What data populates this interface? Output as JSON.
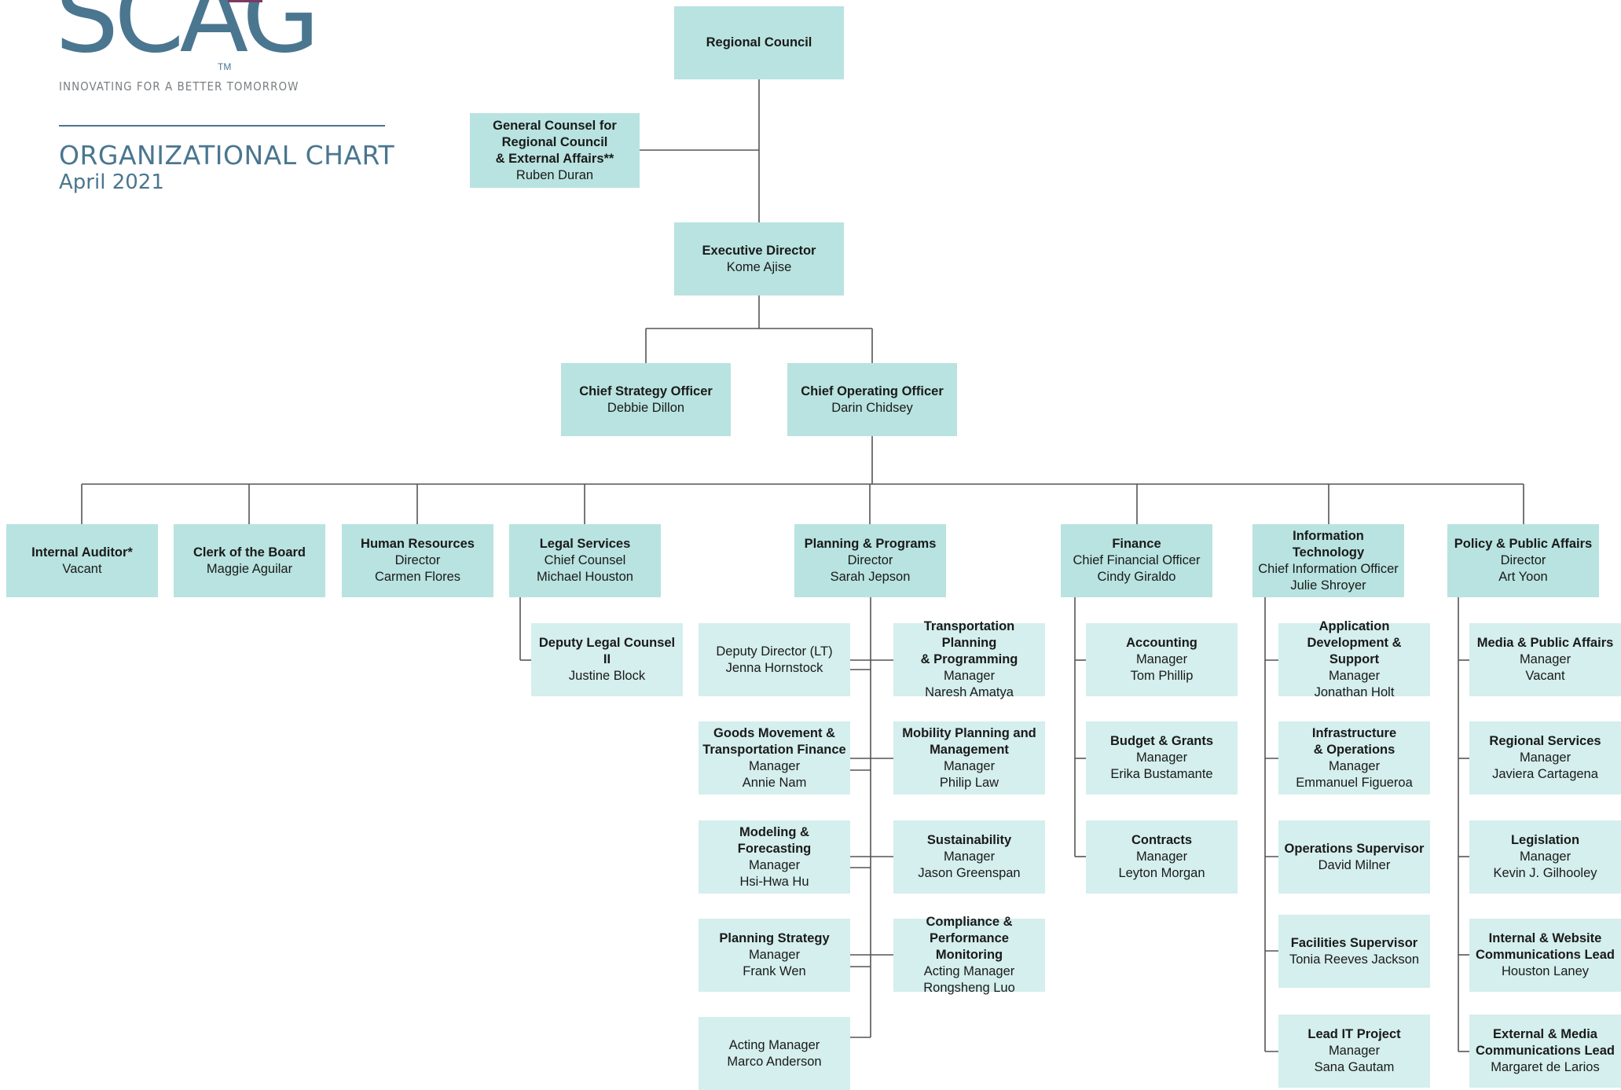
{
  "header": {
    "logo": "SCAG",
    "trademark": "TM",
    "tagline": "INNOVATING FOR A BETTER TOMORROW",
    "title": "ORGANIZATIONAL CHART",
    "date": "April 2021"
  },
  "colors": {
    "primary_box": "#b8e3e0",
    "secondary_box": "#d4efed",
    "brand": "#4a7690",
    "accent": "#7b3a64",
    "connector": "#555555"
  },
  "nodes": {
    "regional_council": {
      "lines": [
        "Regional Council"
      ],
      "bold": 1
    },
    "general_counsel": {
      "lines": [
        "General Counsel for",
        "Regional Council",
        "& External Affairs**",
        "Ruben Duran"
      ],
      "bold": 3
    },
    "executive_director": {
      "lines": [
        "Executive Director",
        "Kome Ajise"
      ],
      "bold": 1
    },
    "chief_strategy_officer": {
      "lines": [
        "Chief Strategy Officer",
        "Debbie Dillon"
      ],
      "bold": 1
    },
    "chief_operating_officer": {
      "lines": [
        "Chief Operating Officer",
        "Darin Chidsey"
      ],
      "bold": 1
    },
    "internal_auditor": {
      "lines": [
        "Internal Auditor*",
        "Vacant"
      ],
      "bold": 1
    },
    "clerk_of_board": {
      "lines": [
        "Clerk of the Board",
        "Maggie Aguilar"
      ],
      "bold": 1
    },
    "human_resources": {
      "lines": [
        "Human Resources",
        "Director",
        "Carmen Flores"
      ],
      "bold": 1
    },
    "legal_services": {
      "lines": [
        "Legal Services",
        "Chief Counsel",
        "Michael Houston"
      ],
      "bold": 1
    },
    "planning_programs": {
      "lines": [
        "Planning & Programs",
        "Director",
        "Sarah Jepson"
      ],
      "bold": 1
    },
    "finance": {
      "lines": [
        "Finance",
        "Chief Financial Officer",
        "Cindy Giraldo"
      ],
      "bold": 1
    },
    "information_technology": {
      "lines": [
        "Information Technology",
        "Chief Information Officer",
        "Julie Shroyer"
      ],
      "bold": 1
    },
    "policy_public_affairs": {
      "lines": [
        "Policy & Public Affairs",
        "Director",
        "Art Yoon"
      ],
      "bold": 1
    },
    "deputy_legal_counsel": {
      "lines": [
        "Deputy Legal Counsel II",
        "Justine Block"
      ],
      "bold": 1
    },
    "deputy_director": {
      "lines": [
        "Deputy Director (LT)",
        "Jenna Hornstock"
      ],
      "bold": 0
    },
    "goods_movement": {
      "lines": [
        "Goods Movement &",
        "Transportation Finance",
        "Manager",
        "Annie Nam"
      ],
      "bold": 2
    },
    "modeling_forecasting": {
      "lines": [
        "Modeling & Forecasting",
        "Manager",
        "Hsi-Hwa Hu"
      ],
      "bold": 1
    },
    "planning_strategy": {
      "lines": [
        "Planning Strategy",
        "Manager",
        "Frank Wen"
      ],
      "bold": 1
    },
    "acting_manager": {
      "lines": [
        "Acting Manager",
        "Marco Anderson"
      ],
      "bold": 0
    },
    "transportation_planning": {
      "lines": [
        "Transportation Planning",
        "& Programming",
        "Manager",
        "Naresh Amatya"
      ],
      "bold": 2
    },
    "mobility_planning": {
      "lines": [
        "Mobility Planning and",
        "Management",
        "Manager",
        "Philip Law"
      ],
      "bold": 2
    },
    "sustainability": {
      "lines": [
        "Sustainability",
        "Manager",
        "Jason Greenspan"
      ],
      "bold": 1
    },
    "compliance": {
      "lines": [
        "Compliance &",
        "Performance Monitoring",
        "Acting Manager",
        "Rongsheng Luo"
      ],
      "bold": 2
    },
    "accounting": {
      "lines": [
        "Accounting",
        "Manager",
        "Tom Phillip"
      ],
      "bold": 1
    },
    "budget_grants": {
      "lines": [
        "Budget & Grants",
        "Manager",
        "Erika Bustamante"
      ],
      "bold": 1
    },
    "contracts": {
      "lines": [
        "Contracts",
        "Manager",
        "Leyton Morgan"
      ],
      "bold": 1
    },
    "application_development": {
      "lines": [
        "Application",
        "Development & Support",
        "Manager",
        "Jonathan Holt"
      ],
      "bold": 2
    },
    "infrastructure": {
      "lines": [
        "Infrastructure",
        "& Operations",
        "Manager",
        "Emmanuel Figueroa"
      ],
      "bold": 2
    },
    "operations_supervisor": {
      "lines": [
        "Operations Supervisor",
        "David Milner"
      ],
      "bold": 1
    },
    "facilities_supervisor": {
      "lines": [
        "Facilities Supervisor",
        "Tonia Reeves Jackson"
      ],
      "bold": 1
    },
    "lead_it_project": {
      "lines": [
        "Lead IT Project",
        "Manager",
        "Sana Gautam"
      ],
      "bold": 1
    },
    "media_public_affairs": {
      "lines": [
        "Media & Public Affairs",
        "Manager",
        "Vacant"
      ],
      "bold": 1
    },
    "regional_services": {
      "lines": [
        "Regional Services",
        "Manager",
        "Javiera Cartagena"
      ],
      "bold": 1
    },
    "legislation": {
      "lines": [
        "Legislation",
        "Manager",
        "Kevin J. Gilhooley"
      ],
      "bold": 1
    },
    "internal_website_comm": {
      "lines": [
        "Internal & Website",
        "Communications Lead",
        "Houston Laney"
      ],
      "bold": 2
    },
    "external_media_comm": {
      "lines": [
        "External & Media",
        "Communications Lead",
        "Margaret de Larios"
      ],
      "bold": 2
    }
  }
}
